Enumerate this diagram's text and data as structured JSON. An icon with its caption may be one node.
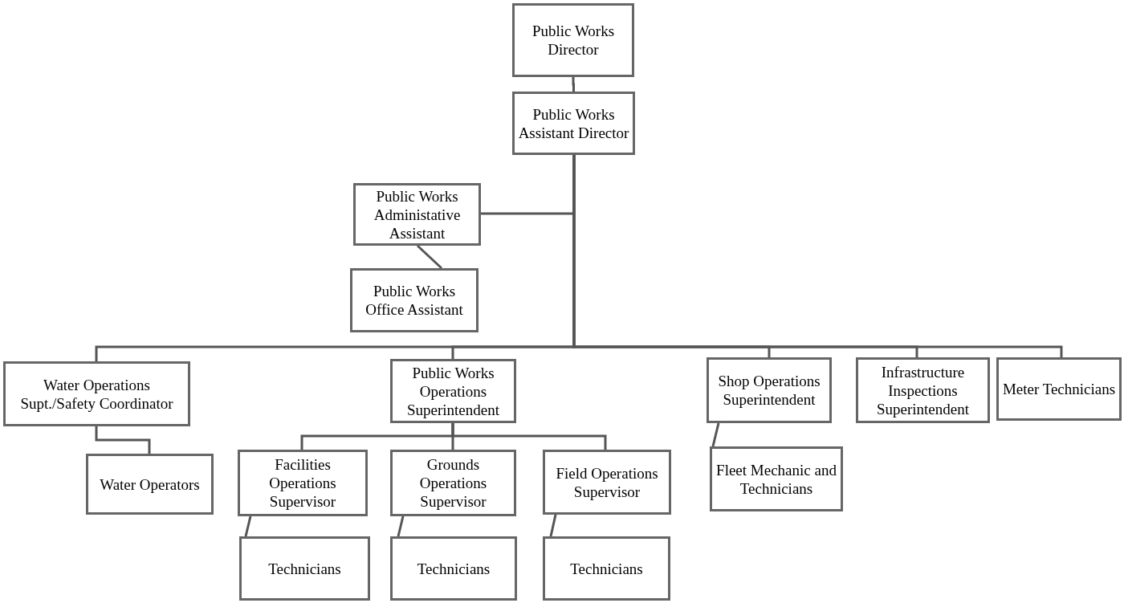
{
  "diagram": {
    "nodes": [
      {
        "text": [
          "Public Works Director"
        ]
      },
      {
        "text": [
          "Public Works Assistant Director"
        ]
      },
      {
        "text": [
          "Public Works Administative Assistant"
        ]
      },
      {
        "text": [
          "Public Works Office Assistant"
        ]
      },
      {
        "text": [
          "Water Operations Supt./Safety Coordinator"
        ]
      },
      {
        "text": [
          "Public Works Operations Superintendent"
        ]
      },
      {
        "text": [
          "Shop Operations Superintendent"
        ]
      },
      {
        "text": [
          "Infrastructure Inspections Superintendent"
        ]
      },
      {
        "text": [
          "Meter Technicians"
        ]
      },
      {
        "text": [
          "Water Operators"
        ]
      },
      {
        "text": [
          "Facilities Operations Supervisor"
        ]
      },
      {
        "text": [
          "Grounds Operations Supervisor"
        ]
      },
      {
        "text": [
          "Field Operations Supervisor"
        ]
      },
      {
        "text": [
          "Fleet Mechanic and Technicians"
        ]
      },
      {
        "text": [
          "Technicians"
        ]
      },
      {
        "text": [
          "Technicians"
        ]
      },
      {
        "text": [
          "Technicians"
        ]
      }
    ],
    "edges": [
      {
        "from": 0,
        "to": 1,
        "arrow": "none"
      },
      {
        "from": 1,
        "to": 2,
        "arrow": "none"
      },
      {
        "from": 2,
        "to": 3,
        "arrow": "none"
      },
      {
        "from": 1,
        "to": 4,
        "arrow": "none"
      },
      {
        "from": 1,
        "to": 5,
        "arrow": "none"
      },
      {
        "from": 1,
        "to": 6,
        "arrow": "none"
      },
      {
        "from": 1,
        "to": 7,
        "arrow": "none"
      },
      {
        "from": 1,
        "to": 8,
        "arrow": "none"
      },
      {
        "from": 4,
        "to": 9,
        "arrow": "none"
      },
      {
        "from": 5,
        "to": 10,
        "arrow": "none"
      },
      {
        "from": 5,
        "to": 11,
        "arrow": "none"
      },
      {
        "from": 5,
        "to": 12,
        "arrow": "none"
      },
      {
        "from": 6,
        "to": 13,
        "arrow": "none"
      },
      {
        "from": 10,
        "to": 14,
        "arrow": "none"
      },
      {
        "from": 11,
        "to": 15,
        "arrow": "none"
      },
      {
        "from": 12,
        "to": 16,
        "arrow": "none"
      }
    ]
  }
}
